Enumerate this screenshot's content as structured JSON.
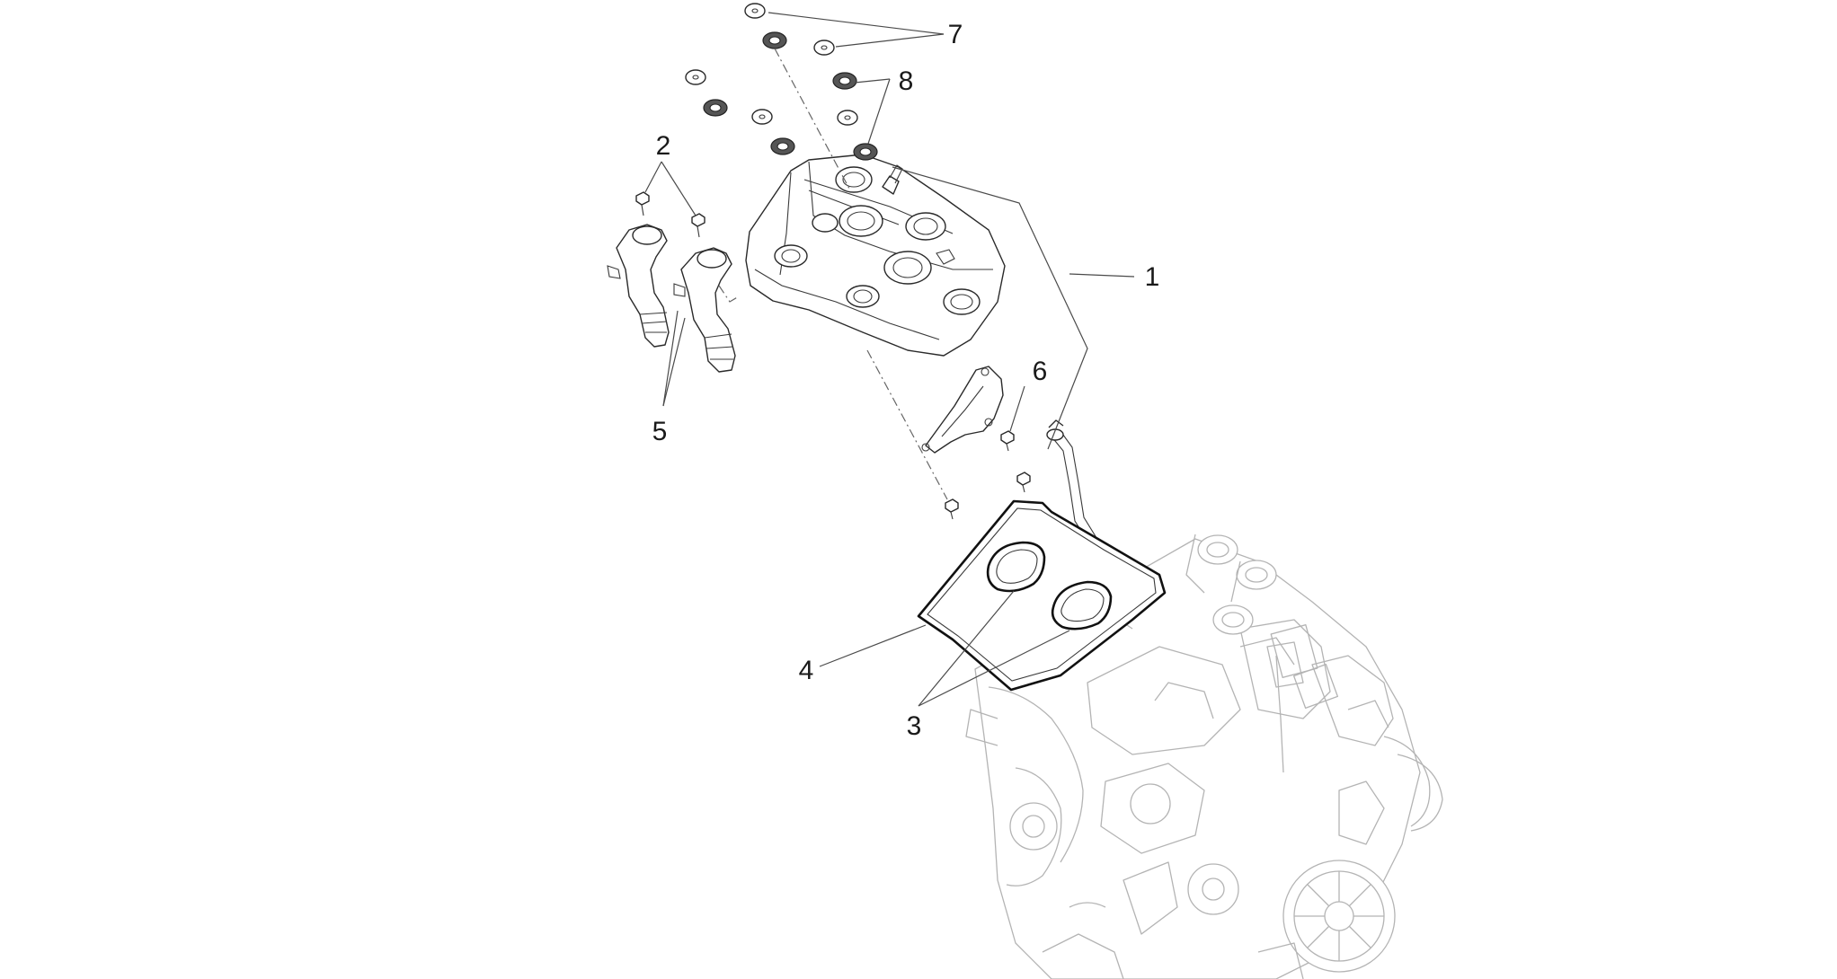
{
  "callouts": [
    {
      "id": "c1",
      "label": "1"
    },
    {
      "id": "c2",
      "label": "2"
    },
    {
      "id": "c3",
      "label": "3"
    },
    {
      "id": "c4",
      "label": "4"
    },
    {
      "id": "c5",
      "label": "5"
    },
    {
      "id": "c6",
      "label": "6"
    },
    {
      "id": "c7",
      "label": "7"
    },
    {
      "id": "c8",
      "label": "8"
    }
  ],
  "colors": {
    "background": "#ffffff",
    "line": "#2a2a2a",
    "engine_line": "#b4b4b4"
  }
}
